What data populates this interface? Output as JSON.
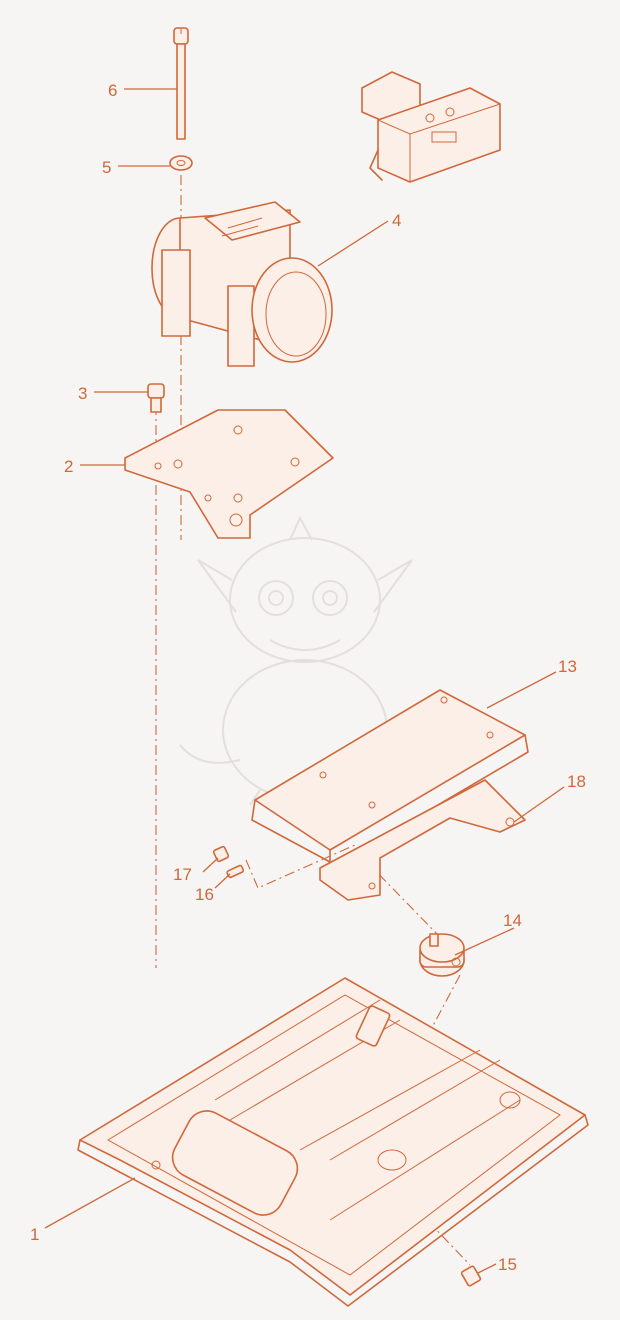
{
  "colors": {
    "accent": "#d0683a",
    "background": "#f6f5f4",
    "watermark": "#e2dfdc"
  },
  "watermark": {
    "icon": "baby-dragon-mascot-watermark"
  },
  "callouts": [
    {
      "id": "c1",
      "label": "1"
    },
    {
      "id": "c2",
      "label": "2"
    },
    {
      "id": "c3",
      "label": "3"
    },
    {
      "id": "c4",
      "label": "4"
    },
    {
      "id": "c5",
      "label": "5"
    },
    {
      "id": "c6",
      "label": "6"
    },
    {
      "id": "c13",
      "label": "13"
    },
    {
      "id": "c14",
      "label": "14"
    },
    {
      "id": "c15",
      "label": "15"
    },
    {
      "id": "c16",
      "label": "16"
    },
    {
      "id": "c17",
      "label": "17"
    },
    {
      "id": "c18",
      "label": "18"
    }
  ]
}
